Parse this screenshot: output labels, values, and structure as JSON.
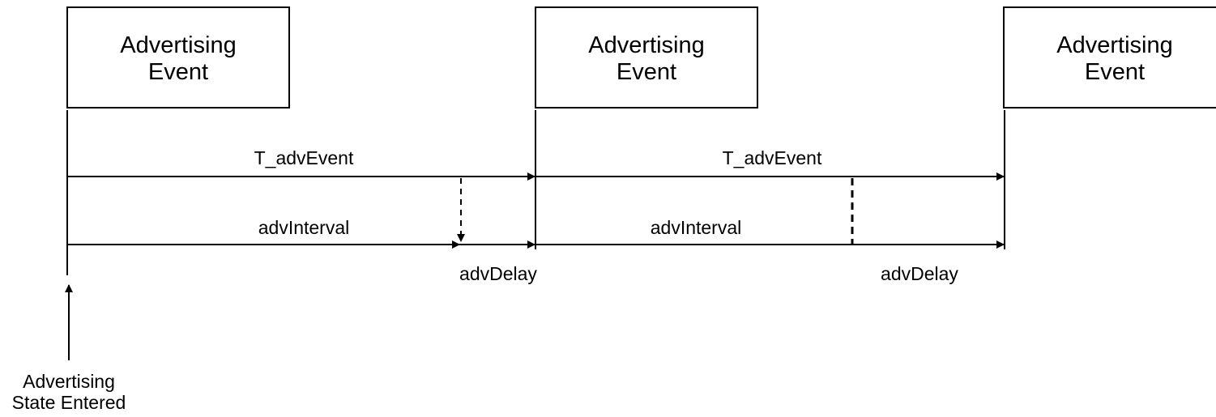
{
  "events": [
    {
      "label": "Advertising\nEvent"
    },
    {
      "label": "Advertising\nEvent"
    },
    {
      "label": "Advertising\nEvent"
    }
  ],
  "timing": {
    "t_adv_event_1": "T_advEvent",
    "t_adv_event_2": "T_advEvent",
    "adv_interval_1": "advInterval",
    "adv_interval_2": "advInterval",
    "adv_delay_1": "advDelay",
    "adv_delay_2": "advDelay"
  },
  "state_entered": "Advertising\nState Entered",
  "colors": {
    "line": "#000000",
    "background": "#ffffff"
  }
}
